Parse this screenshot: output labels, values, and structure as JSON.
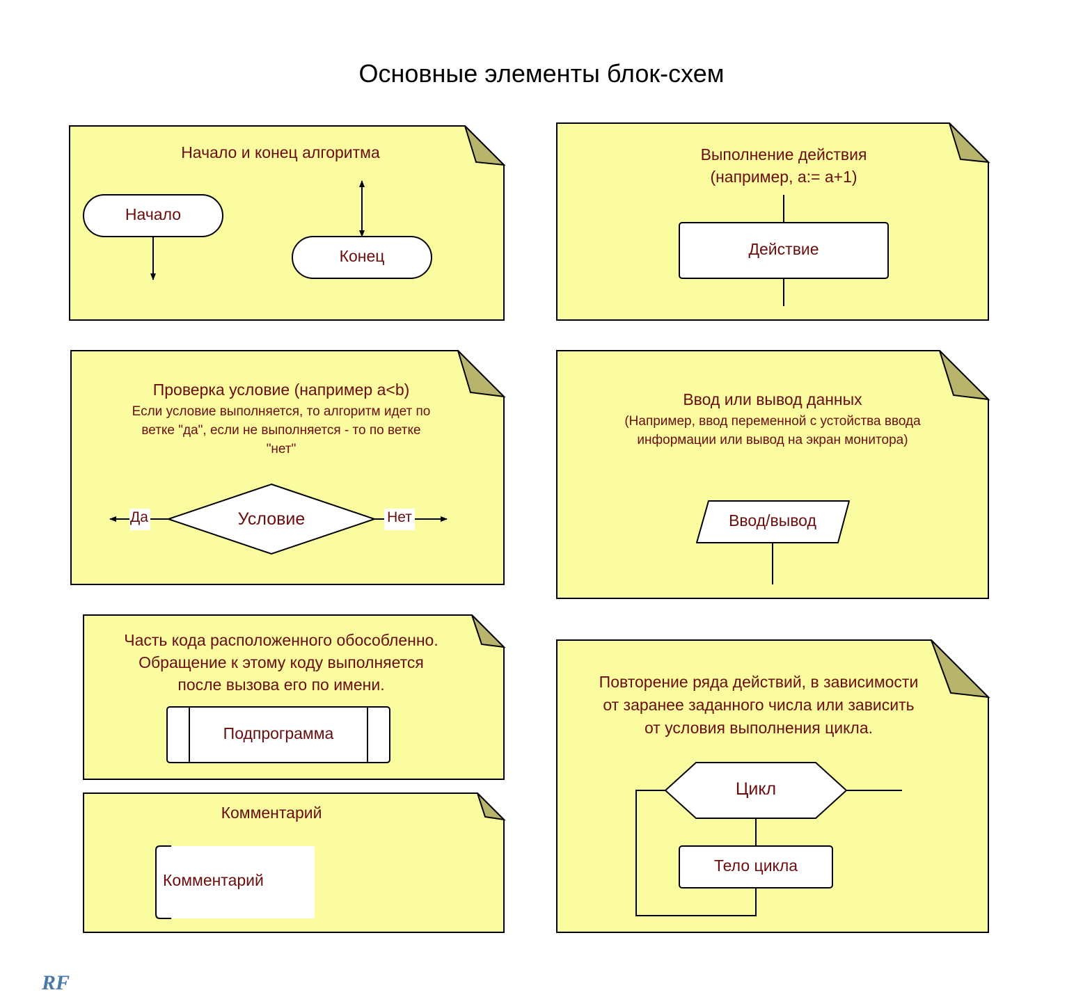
{
  "page": {
    "title": "Основные элементы блок-схем"
  },
  "notes": {
    "start_end": {
      "heading": "Начало и конец алгоритма",
      "start_label": "Начало",
      "end_label": "Конец"
    },
    "action": {
      "heading_line1": "Выполнение действия",
      "heading_line2": "(например, a:= a+1)",
      "box_label": "Действие"
    },
    "condition": {
      "heading": "Проверка условие (например a<b)",
      "desc_line1": "Если условие выполняется, то алгоритм идет по",
      "desc_line2": "ветке \"да\", если не выполняется - то по ветке",
      "desc_line3": "\"нет\"",
      "diamond_label": "Условие",
      "yes_label": "Да",
      "no_label": "Нет"
    },
    "io": {
      "heading": "Ввод или вывод данных",
      "desc_line1": "(Например, ввод переменной с устойства ввода",
      "desc_line2": "информации или вывод на экран монитора)",
      "box_label": "Ввод/вывод"
    },
    "subroutine": {
      "desc_line1": "Часть  кода  расположенного обособленно.",
      "desc_line2": "Обращение к этому коду выполняется",
      "desc_line3": "после вызова его по имени.",
      "box_label": "Подпрограмма"
    },
    "comment": {
      "heading": "Комментарий",
      "box_label": "Комментарий"
    },
    "loop": {
      "desc_line1": "Повторение ряда действий, в зависимости",
      "desc_line2": "от заранее заданного числа или зависить",
      "desc_line3": "от условия выполнения цикла.",
      "hex_label": "Цикл",
      "body_label": "Тело цикла"
    }
  },
  "colors": {
    "note_fill": "#fbfb9f",
    "fold_fill": "#b8b46c",
    "text": "#6b0d0d"
  },
  "logo_text": "RF"
}
